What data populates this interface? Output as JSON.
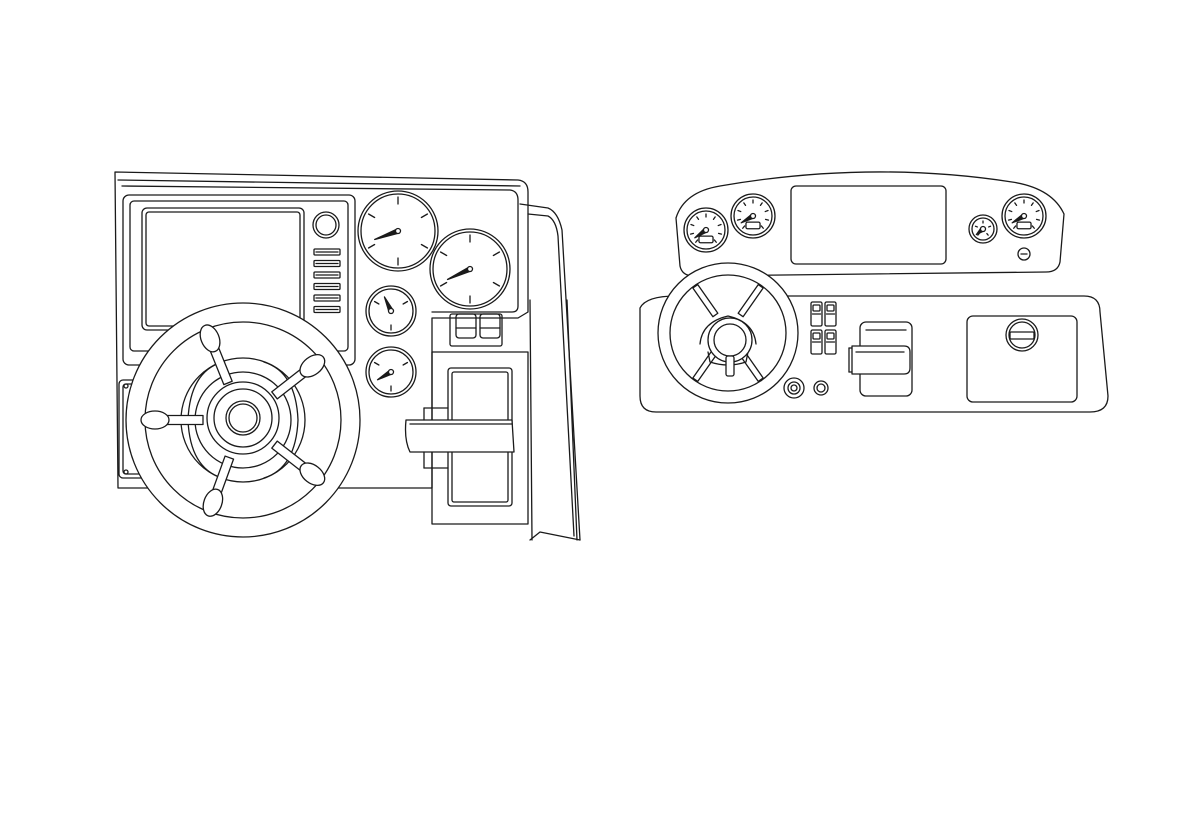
{
  "figure": {
    "background": "#ffffff",
    "stroke": "#1a1a1a",
    "views": [
      {
        "id": "side-view",
        "parts": [
          "dashboard-housing",
          "chartplotter-display",
          "rotary-knob",
          "menu-buttons",
          "gauge-upper",
          "gauge-right",
          "gauge-small-1",
          "gauge-small-2",
          "switch-panel",
          "steering-wheel",
          "throttle-control",
          "console-column"
        ],
        "gauges": [
          {
            "id": "gauge-upper",
            "needle_deg": 250
          },
          {
            "id": "gauge-right",
            "needle_deg": 245
          },
          {
            "id": "gauge-small-1",
            "needle_deg": 335
          },
          {
            "id": "gauge-small-2",
            "needle_deg": 240
          }
        ],
        "switch_count": 4,
        "menu_button_count": 6,
        "wheel_spokes": 5
      },
      {
        "id": "front-view",
        "parts": [
          "instrument-cluster",
          "center-display",
          "gauge-tach-left",
          "gauge-speed-left",
          "gauge-small-right",
          "gauge-tach-right",
          "dashboard-lower",
          "steering-wheel",
          "rocker-switches",
          "throttle-lever",
          "glovebox-hatch",
          "ignition",
          "push-button"
        ],
        "gauges": [
          {
            "id": "gauge-tach-left",
            "needle_deg": 235
          },
          {
            "id": "gauge-speed-left",
            "needle_deg": 240
          },
          {
            "id": "gauge-small-right",
            "needle_deg": 230
          },
          {
            "id": "gauge-tach-right",
            "needle_deg": 240
          }
        ],
        "switch_count": 4,
        "wheel_spokes": 4
      }
    ]
  }
}
